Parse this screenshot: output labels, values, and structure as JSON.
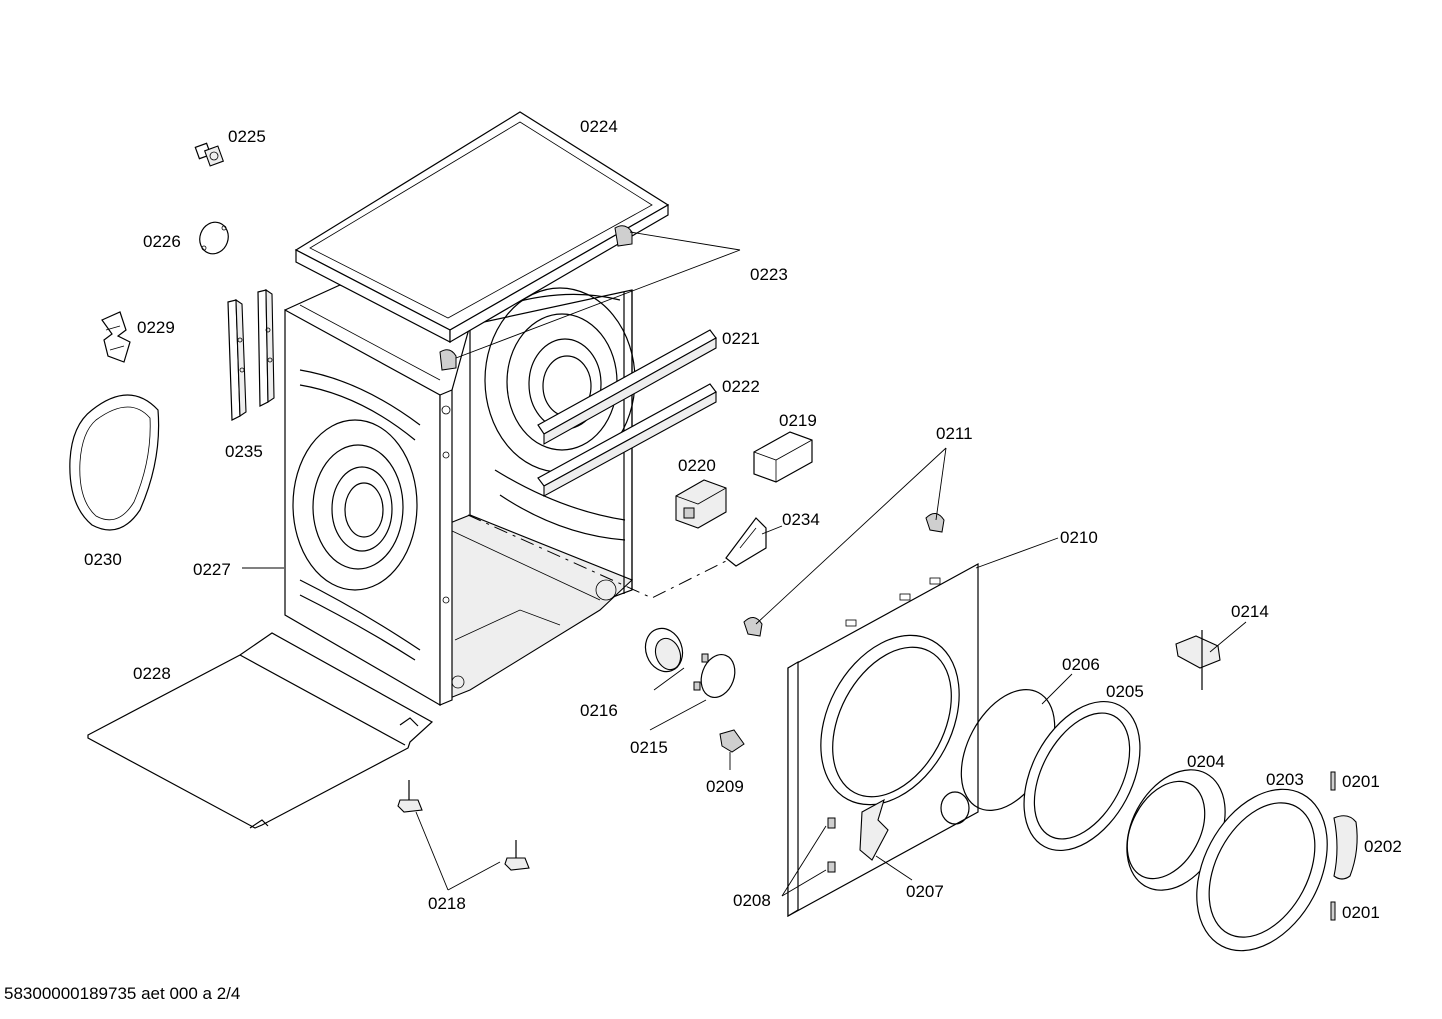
{
  "footer": "58300000189735 aet 000 a 2/4",
  "labels": {
    "p0201a": "0201",
    "p0201b": "0201",
    "p0202": "0202",
    "p0203": "0203",
    "p0204": "0204",
    "p0205": "0205",
    "p0206": "0206",
    "p0207": "0207",
    "p0208": "0208",
    "p0209": "0209",
    "p0210": "0210",
    "p0211": "0211",
    "p0214": "0214",
    "p0215": "0215",
    "p0216": "0216",
    "p0218": "0218",
    "p0219": "0219",
    "p0220": "0220",
    "p0221": "0221",
    "p0222": "0222",
    "p0223": "0223",
    "p0224": "0224",
    "p0225": "0225",
    "p0226": "0226",
    "p0227": "0227",
    "p0228": "0228",
    "p0229": "0229",
    "p0230": "0230",
    "p0234": "0234",
    "p0235": "0235"
  }
}
